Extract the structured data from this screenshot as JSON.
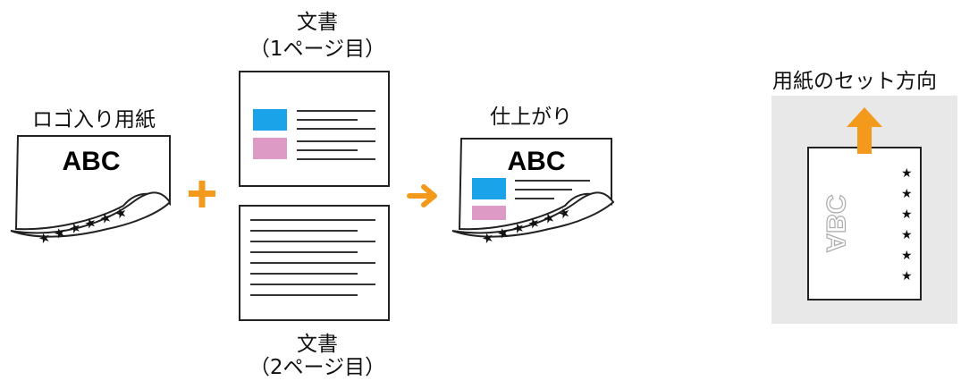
{
  "labels": {
    "logo_paper": "ロゴ入り用紙",
    "doc1_title": "文書",
    "doc1_sub": "（1ページ目）",
    "doc2_title": "文書",
    "doc2_sub": "（2ページ目）",
    "result": "仕上がり",
    "orientation": "用紙のセット方向"
  },
  "logo_text": "ABC",
  "operators": {
    "plus": "+",
    "arrow": "→"
  },
  "colors": {
    "accent_orange": "#f39a1c",
    "cyan_block": "#1aa3e8",
    "pink_block": "#dc9ac4",
    "panel_gray": "#e8e8e8"
  },
  "stars_count": 6
}
